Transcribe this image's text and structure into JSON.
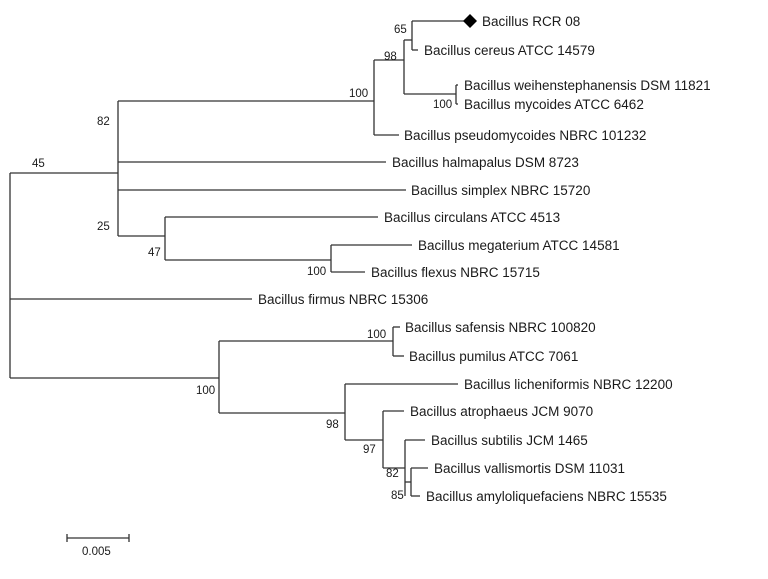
{
  "tree": {
    "taxa": [
      "Bacillus RCR 08",
      "Bacillus cereus ATCC 14579",
      "Bacillus weihenstephanensis DSM 11821",
      "Bacillus mycoides ATCC 6462",
      "Bacillus pseudomycoides NBRC 101232",
      "Bacillus halmapalus DSM 8723",
      "Bacillus simplex NBRC 15720",
      "Bacillus circulans  ATCC 4513",
      "Bacillus megaterium ATCC 14581",
      "Bacillus flexus NBRC 15715",
      "Bacillus firmus NBRC 15306",
      "Bacillus safensis NBRC 100820",
      "Bacillus pumilus ATCC 7061",
      "Bacillus licheniformis NBRC 12200",
      "Bacillus atrophaeus JCM 9070",
      "Bacillus subtilis JCM 1465",
      "Bacillus vallismortis DSM 11031",
      "Bacillus amyloliquefaciens NBRC 15535"
    ],
    "bootstrap": [
      "65",
      "98",
      "100",
      "100",
      "82",
      "45",
      "25",
      "47",
      "100",
      "100",
      "100",
      "98",
      "97",
      "82",
      "85"
    ],
    "highlighted_taxon_marker": "filled-diamond-icon",
    "scale_bar": "0.005"
  }
}
